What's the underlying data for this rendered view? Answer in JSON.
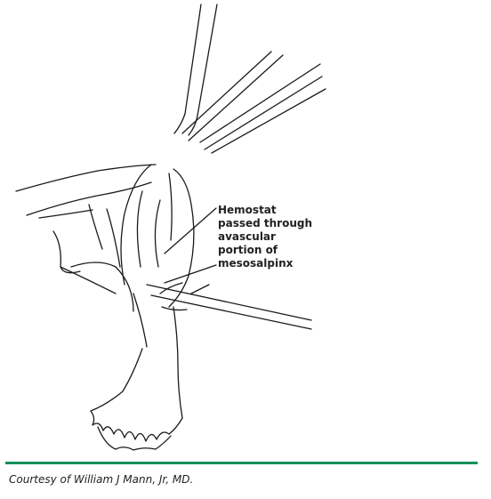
{
  "callout": {
    "lines": [
      "Hemostat",
      "passed through",
      "avascular",
      "portion of",
      "mesosalpinx"
    ]
  },
  "credit": "Courtesy of William J Mann, Jr, MD.",
  "colors": {
    "line_art": "#1a1a1a",
    "rule": "#0a8f5a",
    "text": "#222222"
  },
  "icons": [
    "hemostat-illustration"
  ]
}
